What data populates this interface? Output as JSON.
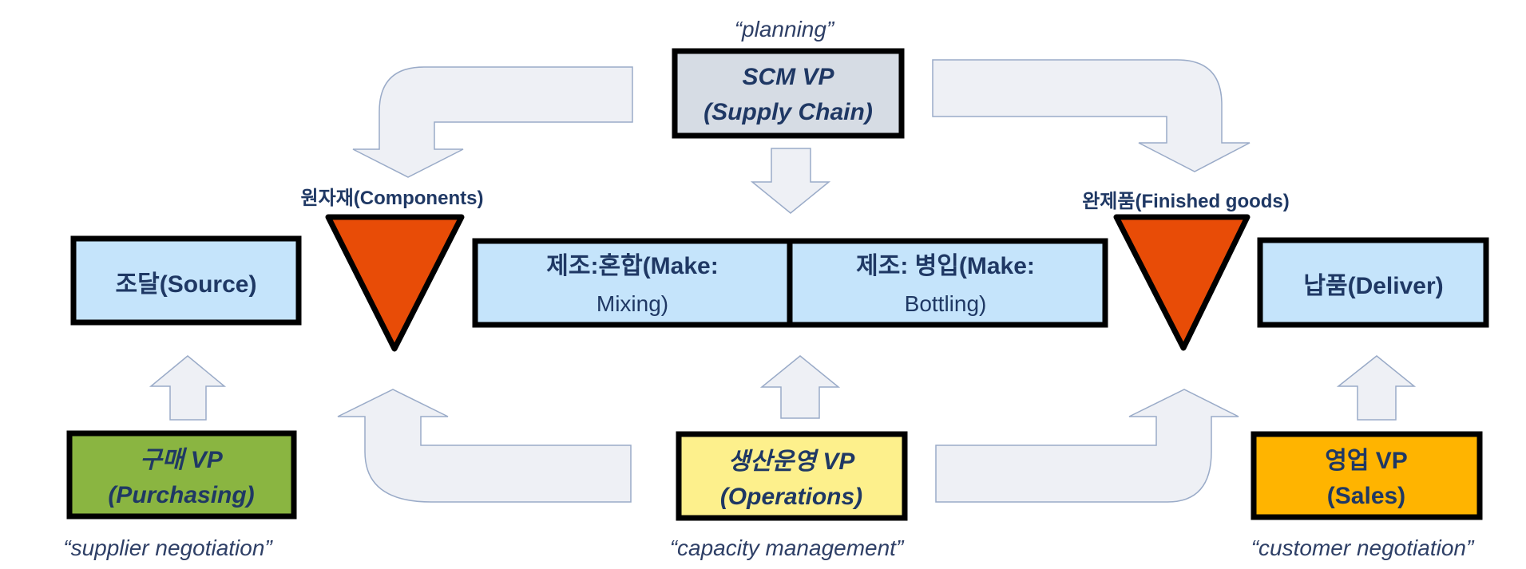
{
  "title_notes": {
    "planning": "“planning”",
    "supplier": "“supplier negotiation”",
    "capacity": "“capacity management”",
    "customer": "“customer negotiation”"
  },
  "inventory": {
    "components": "원자재(Components)",
    "finished": "완제품(Finished goods)"
  },
  "process": {
    "source": "조달(Source)",
    "mixing_line1": "제조:혼합(Make:",
    "mixing_line2": "Mixing)",
    "bottling_line1": "제조: 병입(Make:",
    "bottling_line2": "Bottling)",
    "deliver": "납품(Deliver)"
  },
  "roles": {
    "scm_line1": "SCM VP",
    "scm_line2": "(Supply Chain)",
    "purchasing_line1": "구매 VP",
    "purchasing_line2": "(Purchasing)",
    "operations_line1": "생산운영 VP",
    "operations_line2": "(Operations)",
    "sales_line1": "영업 VP",
    "sales_line2": "(Sales)"
  },
  "colors": {
    "process_fill": "#c5e4fb",
    "scm_fill": "#d6dce4",
    "purchasing_fill": "#8ab541",
    "operations_fill": "#fdf08c",
    "sales_fill": "#ffb400",
    "triangle_fill": "#e84c07",
    "arrow_fill": "#eef0f5",
    "arrow_stroke": "#9aabc8",
    "text": "#1f3864"
  }
}
